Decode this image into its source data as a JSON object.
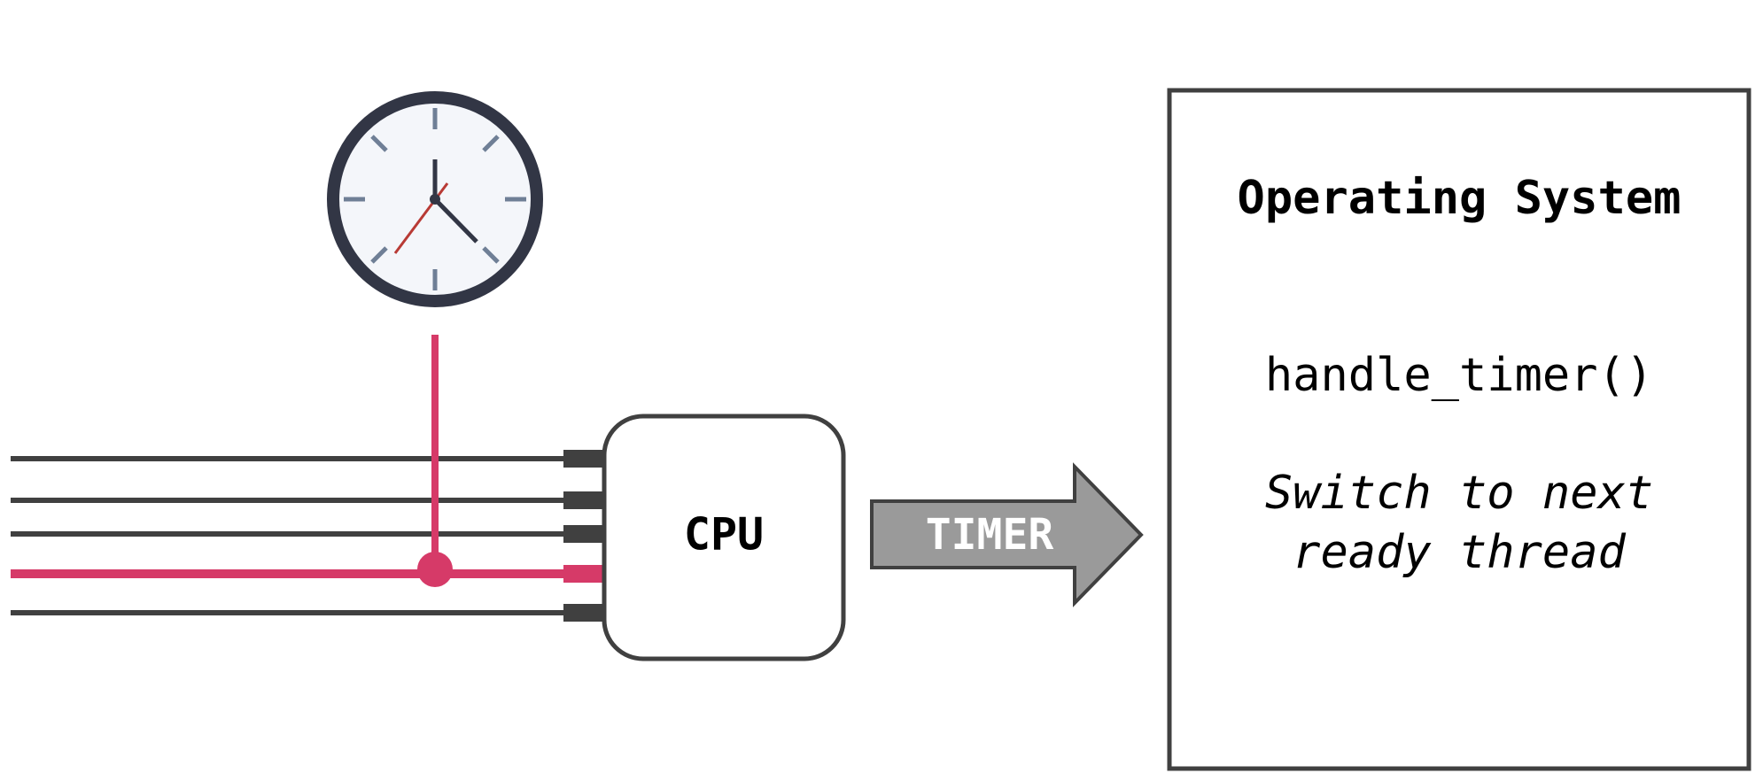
{
  "colors": {
    "dark": "#404040",
    "highlight": "#d63a68",
    "clock_rim": "#323645",
    "clock_face": "#f4f6fa",
    "tick": "#6f7f96",
    "second_hand": "#b83a35",
    "arrow_fill": "#9a9a9a",
    "arrow_text": "#ffffff"
  },
  "icons": {
    "clock": "clock-icon"
  },
  "cpu": {
    "label": "CPU"
  },
  "signal": {
    "label": "TIMER"
  },
  "os": {
    "title": "Operating System",
    "function": "handle_timer()",
    "note_line1": "Switch to next",
    "note_line2": "ready thread"
  }
}
